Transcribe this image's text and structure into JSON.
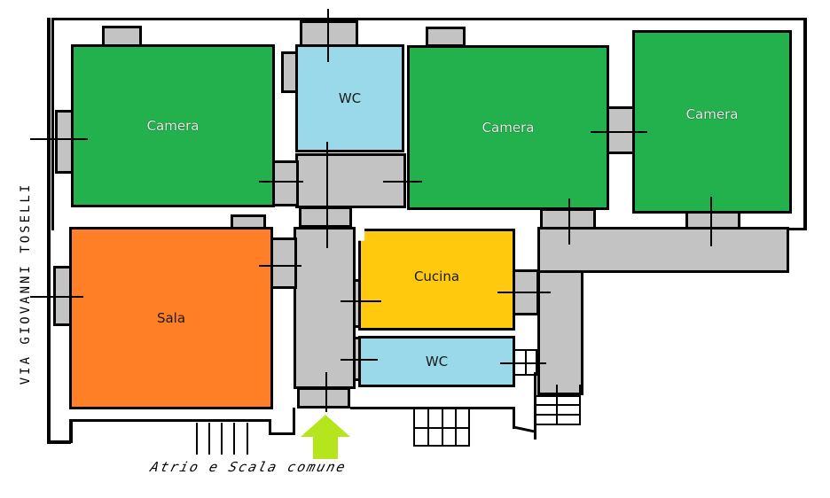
{
  "street_label": "VIA GIOVANNI TOSELLI",
  "entrance_caption": "Atrio e Scala comune",
  "entrance_arrow_color": "#b5e61d",
  "rooms": [
    {
      "id": "camera-1",
      "label": "Camera",
      "color": "#22b14c"
    },
    {
      "id": "wc-1",
      "label": "WC",
      "color": "#99d9ea"
    },
    {
      "id": "camera-2",
      "label": "Camera",
      "color": "#22b14c"
    },
    {
      "id": "camera-3",
      "label": "Camera",
      "color": "#22b14c"
    },
    {
      "id": "sala",
      "label": "Sala",
      "color": "#ff7f27"
    },
    {
      "id": "cucina",
      "label": "Cucina",
      "color": "#ffc90e"
    },
    {
      "id": "wc-2",
      "label": "WC",
      "color": "#99d9ea"
    }
  ],
  "corridor_color": "#c3c3c3"
}
